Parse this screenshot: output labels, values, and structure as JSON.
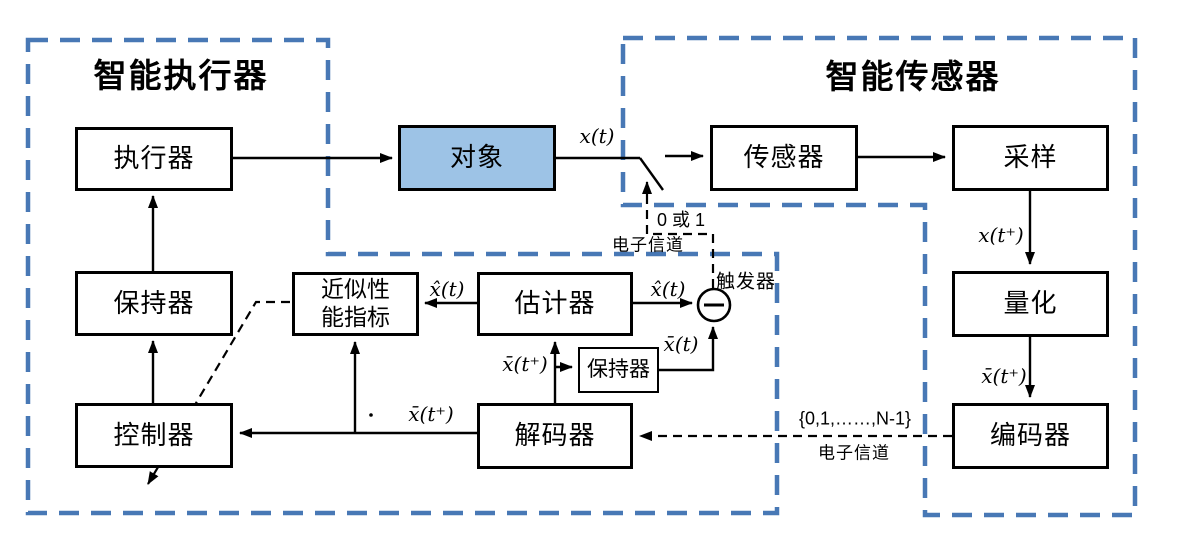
{
  "regions": {
    "actuator_side_title": "智能执行器",
    "sensor_side_title": "智能传感器"
  },
  "blocks": {
    "actuator": "执行器",
    "holder_left": "保持器",
    "controller": "控制器",
    "plant": "对象",
    "sensor": "传感器",
    "sampler": "采样",
    "quantizer": "量化",
    "encoder": "编码器",
    "perf_index_line1": "近似性",
    "perf_index_line2": "能指标",
    "estimator": "估计器",
    "holder_small": "保持器",
    "decoder": "解码器"
  },
  "labels": {
    "x_t": "x(t)",
    "x_t_plus": "x(t⁺)",
    "xbar_t_plus": "x̄(t⁺)",
    "xhat_t": "x̂(t)",
    "xbar_t": "x̄(t)",
    "zero_or_one": "0 或 1",
    "channel": "电子信道",
    "alphabet": "{0,1,……,N-1}",
    "trigger": "触发器"
  },
  "colors": {
    "region_dash": "#4878B5",
    "plant_fill": "#9DC3E6",
    "line": "#000000"
  }
}
